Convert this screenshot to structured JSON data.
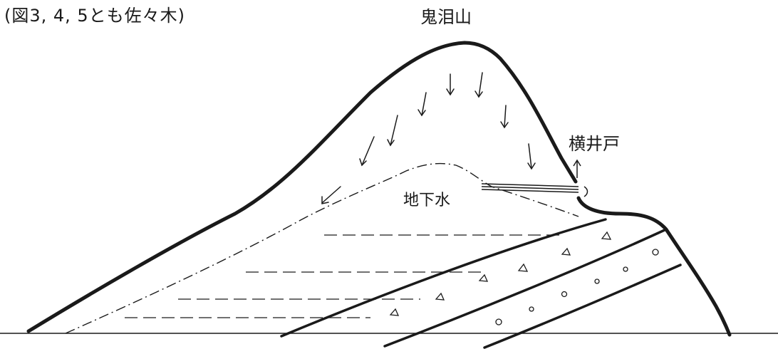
{
  "caption": "(図3, 4, 5とも佐々木)",
  "mountain_name": "鬼泪山",
  "adit_label": "横井戸",
  "groundwater_label": "地下水",
  "colors": {
    "ink": "#1a1a1a",
    "background": "#ffffff"
  }
}
